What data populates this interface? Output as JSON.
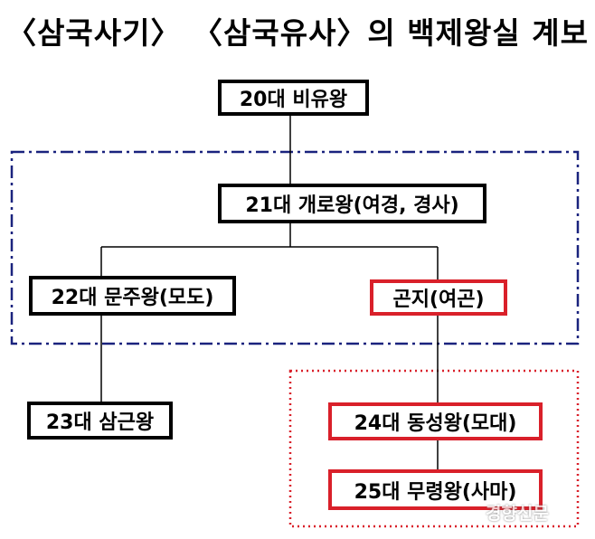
{
  "title": "〈삼국사기〉 〈삼국유사〉의 백제왕실 계보",
  "nodes": {
    "king20": "20대 비유왕",
    "king21": "21대 개로왕(여경, 경사)",
    "king22": "22대 문주왕(모도)",
    "gonji": "곤지(여곤)",
    "king23": "23대 삼근왕",
    "king24": "24대 동성왕(모대)",
    "king25": "25대 무령왕(사마)"
  },
  "watermark": "경향신문",
  "colors": {
    "border": "#000000",
    "highlight": "#d9202a",
    "group_dashdot": "#1a237e",
    "group_dotted": "#d9202a"
  }
}
